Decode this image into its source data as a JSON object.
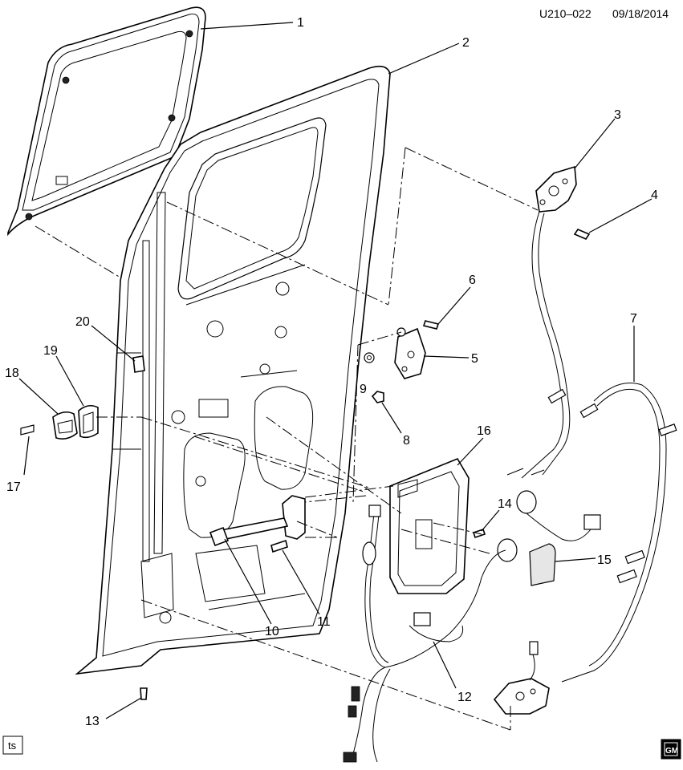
{
  "header": {
    "diagram_code": "U210–022",
    "date": "09/18/2014"
  },
  "footer": {
    "ts_label": "ts",
    "gm_logo_text": "GM"
  },
  "callouts": [
    {
      "id": "1",
      "label": "1"
    },
    {
      "id": "2",
      "label": "2"
    },
    {
      "id": "3",
      "label": "3"
    },
    {
      "id": "4",
      "label": "4"
    },
    {
      "id": "5",
      "label": "5"
    },
    {
      "id": "6",
      "label": "6"
    },
    {
      "id": "7",
      "label": "7"
    },
    {
      "id": "8",
      "label": "8"
    },
    {
      "id": "9",
      "label": "9"
    },
    {
      "id": "10",
      "label": "10"
    },
    {
      "id": "11",
      "label": "11"
    },
    {
      "id": "12",
      "label": "12"
    },
    {
      "id": "13",
      "label": "13"
    },
    {
      "id": "14",
      "label": "14"
    },
    {
      "id": "15",
      "label": "15"
    },
    {
      "id": "16",
      "label": "16"
    },
    {
      "id": "17",
      "label": "17"
    },
    {
      "id": "18",
      "label": "18"
    },
    {
      "id": "19",
      "label": "19"
    },
    {
      "id": "20",
      "label": "20"
    }
  ]
}
